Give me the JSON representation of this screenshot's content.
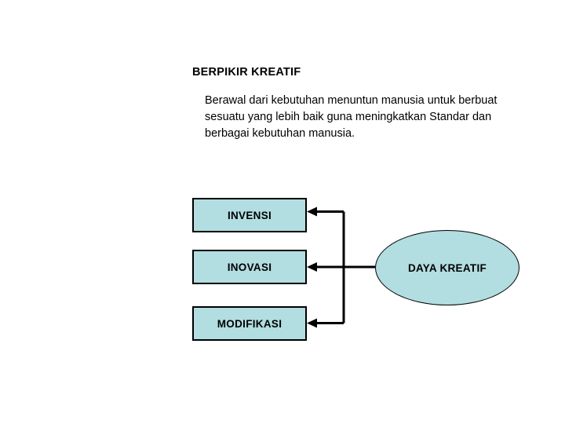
{
  "slide": {
    "background_color": "#ffffff",
    "heading": "BERPIKIR KREATIF",
    "paragraph": "Berawal dari kebutuhan menuntun manusia untuk berbuat sesuatu yang lebih baik guna meningkatkan Standar dan berbagai kebutuhan manusia."
  },
  "colors": {
    "shape_fill": "#b2dde1",
    "shape_border": "#000000",
    "text": "#000000",
    "connector": "#000000"
  },
  "diagram": {
    "boxes": [
      {
        "id": "invensi",
        "label": "INVENSI"
      },
      {
        "id": "inovasi",
        "label": "INOVASI"
      },
      {
        "id": "modifikasi",
        "label": "MODIFIKASI"
      }
    ],
    "source": {
      "id": "daya-kreatif",
      "label": "DAYA KREATIF",
      "shape": "ellipse"
    },
    "connectors": [
      {
        "from": "daya-kreatif",
        "to": "invensi",
        "arrow": "to"
      },
      {
        "from": "daya-kreatif",
        "to": "inovasi",
        "arrow": "to"
      },
      {
        "from": "daya-kreatif",
        "to": "modifikasi",
        "arrow": "to"
      }
    ]
  }
}
